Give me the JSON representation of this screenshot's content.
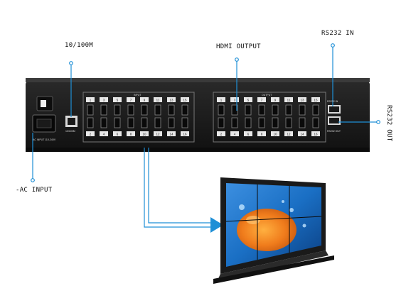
{
  "callouts": {
    "lan": "10/100M",
    "hdmi_output": "HDMI OUTPUT",
    "rs232_in": "RS232 IN",
    "rs232_out": "RS232 OUT",
    "ac_input": "-AC INPUT"
  },
  "device": {
    "ac_caption": "AC INPUT 110-240V",
    "lan_caption": "10/100M",
    "input_header": "INPUT",
    "output_header": "OUTPUT",
    "rs232_in_caption": "RS232 IN",
    "rs232_out_caption": "RS232 OUT",
    "input_top_numbers": [
      "1",
      "3",
      "5",
      "7",
      "9",
      "11",
      "13",
      "15"
    ],
    "input_bottom_numbers": [
      "2",
      "4",
      "6",
      "8",
      "10",
      "12",
      "14",
      "16"
    ],
    "output_top_numbers": [
      "1",
      "3",
      "5",
      "7",
      "9",
      "11",
      "13",
      "15"
    ],
    "output_bottom_numbers": [
      "2",
      "4",
      "6",
      "8",
      "10",
      "12",
      "14",
      "16"
    ]
  },
  "colors": {
    "chassis": "#1c1c1c",
    "connector_line": "#1e8fd6",
    "screen_orange": "#f07c1c",
    "screen_blue": "#1a6fc4"
  }
}
